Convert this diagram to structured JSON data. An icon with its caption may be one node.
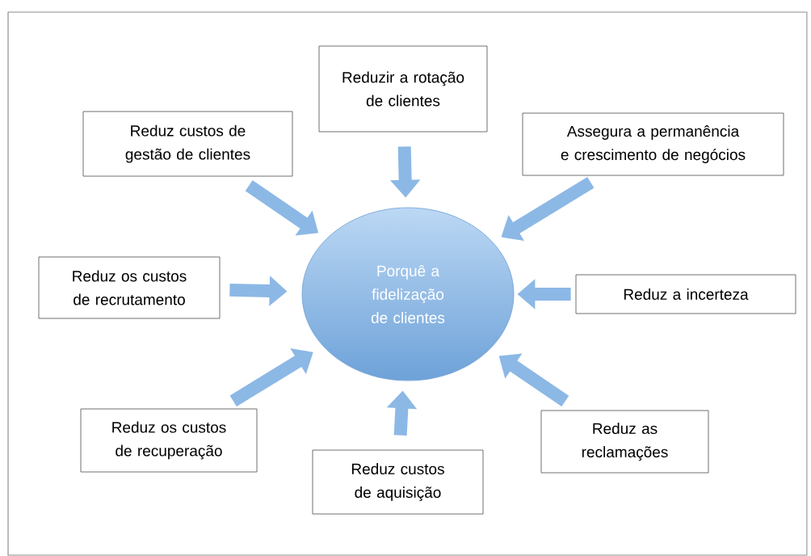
{
  "diagram": {
    "nodes": [
      {
        "text": [
          "Porquê a fidelização de clientes"
        ]
      },
      {
        "text": [
          "Reduzir a rotação de clientes"
        ]
      },
      {
        "text": [
          "Reduz custos de gestão de clientes"
        ]
      },
      {
        "text": [
          "Assegura a permanência e crescimento de negócios"
        ]
      },
      {
        "text": [
          "Reduz os custos de recrutamento"
        ]
      },
      {
        "text": [
          "Reduz a incerteza"
        ]
      },
      {
        "text": [
          "Reduz os custos de recuperação"
        ]
      },
      {
        "text": [
          "Reduz as reclamações"
        ]
      },
      {
        "text": [
          "Reduz custos de aquisição"
        ]
      }
    ],
    "edges": [
      {
        "from": 1,
        "to": 0,
        "arrow": "to"
      },
      {
        "from": 2,
        "to": 0,
        "arrow": "to"
      },
      {
        "from": 3,
        "to": 0,
        "arrow": "to"
      },
      {
        "from": 4,
        "to": 0,
        "arrow": "to"
      },
      {
        "from": 5,
        "to": 0,
        "arrow": "to"
      },
      {
        "from": 6,
        "to": 0,
        "arrow": "to"
      },
      {
        "from": 7,
        "to": 0,
        "arrow": "to"
      },
      {
        "from": 8,
        "to": 0,
        "arrow": "to"
      }
    ]
  }
}
